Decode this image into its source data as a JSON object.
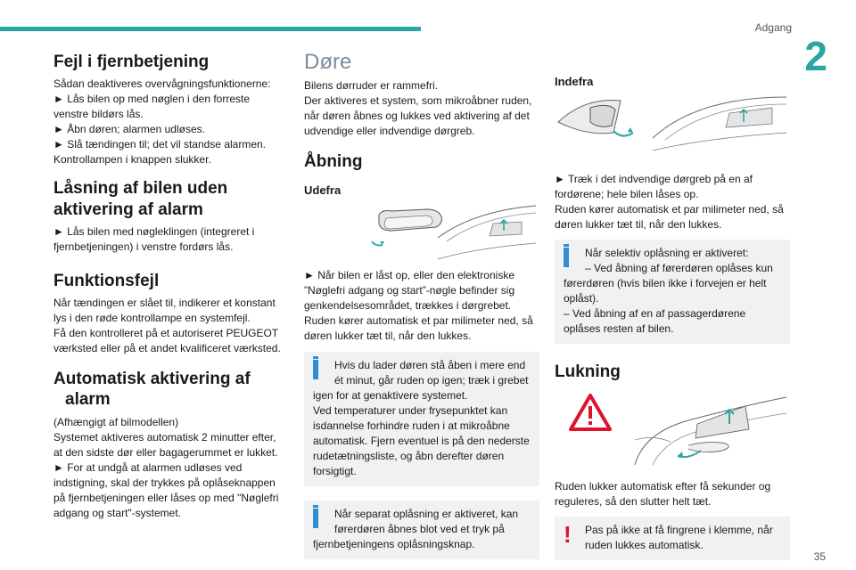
{
  "header": {
    "section": "Adgang",
    "chapter": "2"
  },
  "footer": {
    "page": "35"
  },
  "col1": {
    "h_fejl": "Fejl i fjernbetjening",
    "fejl_lines": [
      "Sådan deaktiveres overvågningsfunktionerne:",
      "► Lås bilen op med nøglen i den forreste",
      "venstre bildørs lås.",
      "► Åbn døren; alarmen udløses.",
      "► Slå tændingen til; det vil standse alarmen.",
      "Kontrollampen i knappen slukker."
    ],
    "h_laas_1": "Låsning af bilen uden",
    "h_laas_2": "aktivering af alarm",
    "laas_lines": [
      "► Lås bilen med nøgleklingen (integreret i",
      "fjernbetjeningen) i venstre fordørs lås."
    ],
    "h_funk": "Funktionsfejl",
    "funk_lines": [
      "Når tændingen er slået til, indikerer et konstant",
      "lys i den røde kontrollampe en systemfejl.",
      "Få den kontrolleret på et autoriseret PEUGEOT",
      "værksted eller på et andet kvalificeret værksted."
    ],
    "h_auto_1": "Automatisk aktivering af",
    "h_auto_2": "alarm",
    "auto_lines": [
      "(Afhængigt af bilmodellen)",
      "Systemet aktiveres automatisk 2 minutter efter,",
      "at den sidste dør eller bagagerummet er lukket.",
      "► For at undgå at alarmen udløses ved",
      "indstigning, skal der trykkes på oplåseknappen",
      "på fjernbetjeningen eller låses op med \"Nøglefri",
      "adgang og start\"-systemet."
    ]
  },
  "col2": {
    "h_doere": "Døre",
    "doere_lines": [
      "Bilens dørruder er rammefri.",
      "Der aktiveres et system, som mikroåbner ruden,",
      "når døren åbnes og lukkes ved aktivering af det",
      "udvendige eller indvendige dørgreb."
    ],
    "h_aabning": "Åbning",
    "h_udefra": "Udefra",
    "udefra_lines": [
      "► Når bilen er låst op, eller den elektroniske",
      "”Nøglefri adgang og start”-nøgle befinder sig",
      "genkendelsesområdet, trækkes i dørgrebet.",
      "Ruden kører automatisk et par milimeter ned, så",
      "døren lukker tæt til, når den lukkes."
    ],
    "note1": [
      "Hvis du lader døren stå åben i mere end",
      "ét minut, går ruden op igen; træk i grebet",
      "igen for at genaktivere systemet.",
      "Ved temperaturer under frysepunktet kan",
      "isdannelse forhindre ruden i at mikroåbne",
      "automatisk. Fjern eventuel is på den nederste",
      "rudetætningsliste, og åbn derefter døren",
      "forsigtigt."
    ],
    "note2": [
      "Når separat oplåsning er aktiveret, kan",
      "førerdøren åbnes blot ved et tryk på",
      "fjernbetjeningens oplåsningsknap."
    ]
  },
  "col3": {
    "h_indefra": "Indefra",
    "indefra_lines": [
      "► Træk i det indvendige dørgreb på en af",
      "fordørene; hele bilen låses op.",
      "Ruden kører automatisk et par milimeter ned, så",
      "døren lukker tæt til, når den lukkes."
    ],
    "note3": [
      "Når selektiv oplåsning er aktiveret:",
      "– Ved åbning af førerdøren oplåses kun",
      "førerdøren (hvis bilen ikke i forvejen er helt",
      "oplåst).",
      "– Ved åbning af en af passagerdørene",
      "oplåses resten af bilen."
    ],
    "h_lukning": "Lukning",
    "lukning_lines": [
      "Ruden lukker automatisk efter få sekunder og",
      "reguleres, så den slutter helt tæt."
    ],
    "note4": [
      "Pas på ikke at få fingrene i klemme, når",
      "ruden lukkes automatisk."
    ]
  },
  "colors": {
    "accent": "#2aa7a3",
    "info": "#2f8fd0",
    "warning": "#e0112b"
  },
  "icons": [
    "info-icon",
    "warning-icon",
    "warning-triangle-icon"
  ]
}
